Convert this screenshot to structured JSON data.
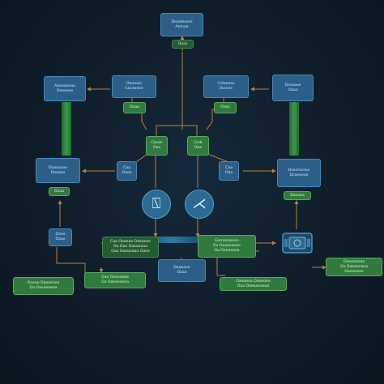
{
  "nodes": {
    "top": {
      "lines": [
        "Disssleome",
        "Amnoa"
      ]
    },
    "top_sub": {
      "lines": [
        "Ouso"
      ]
    },
    "l1": {
      "lines": [
        "Aaooaaeaa",
        "Oeaeeoe"
      ]
    },
    "l2": {
      "lines": [
        "Daoaaio",
        "Caceaeee"
      ]
    },
    "l2_sub": {
      "lines": [
        "Ooaa"
      ]
    },
    "r2": {
      "lines": [
        "Cidaease",
        "Ovorse"
      ]
    },
    "r2_sub": {
      "lines": [
        "Ooes"
      ]
    },
    "r1": {
      "lines": [
        "Desaaoe",
        "Oaoo"
      ]
    },
    "c1": {
      "lines": [
        "Casan",
        "Oaa"
      ]
    },
    "c2": {
      "lines": [
        "Cmb",
        "Oaa"
      ]
    },
    "ml": {
      "lines": [
        "Daaoaooe",
        "Daoaeo"
      ]
    },
    "ml_sub": {
      "lines": [
        "Oaaa"
      ]
    },
    "mc1": {
      "lines": [
        "Caa",
        "Oaea"
      ]
    },
    "mc2": {
      "lines": [
        "Caa",
        "Oaa"
      ]
    },
    "mr": {
      "lines": [
        "Dsesmoese",
        "Dcaeoeoe"
      ]
    },
    "mr_sub": {
      "lines": [
        "Daeaoa"
      ]
    },
    "ll": {
      "lines": [
        "Oaeo",
        "Oaao"
      ]
    },
    "bl": {
      "lines": [
        "Caa Ooaeaa Oaeoeae",
        "Oo Oao Oaooaeaa",
        "Oaa Oaeoeaaa Oaoe"
      ]
    },
    "br": {
      "lines": [
        "Gamesasoeo",
        "Oo Oaaaoaoae",
        "Oa Oaeaeaea"
      ]
    },
    "bc": {
      "lines": [
        "Daaeaeo",
        "Oaaa"
      ]
    },
    "b1": {
      "lines": [
        "Oaeaa Oaeoeaea",
        "Oa Oaoaeaeoa"
      ]
    },
    "b2": {
      "lines": [
        "Oaa Oaeoeoae",
        "Oa Oaeaeoeoa"
      ]
    },
    "b3": {
      "lines": [
        "Oaoaeoa Oaeaoea",
        "Oaa Oaeoaeaeoa"
      ]
    },
    "b4": {
      "lines": [
        "Oaeoaoeaa",
        "Oo Oaeaoeaoa",
        "Oaeoeaae"
      ]
    }
  },
  "circles": {
    "left_symbol": "⍂",
    "right_symbol": "⋌"
  },
  "colors": {
    "background": "#0f1d2a",
    "blue_node": "#2b5f87",
    "green_node": "#2f7a3c",
    "wire": "#b8823a"
  }
}
